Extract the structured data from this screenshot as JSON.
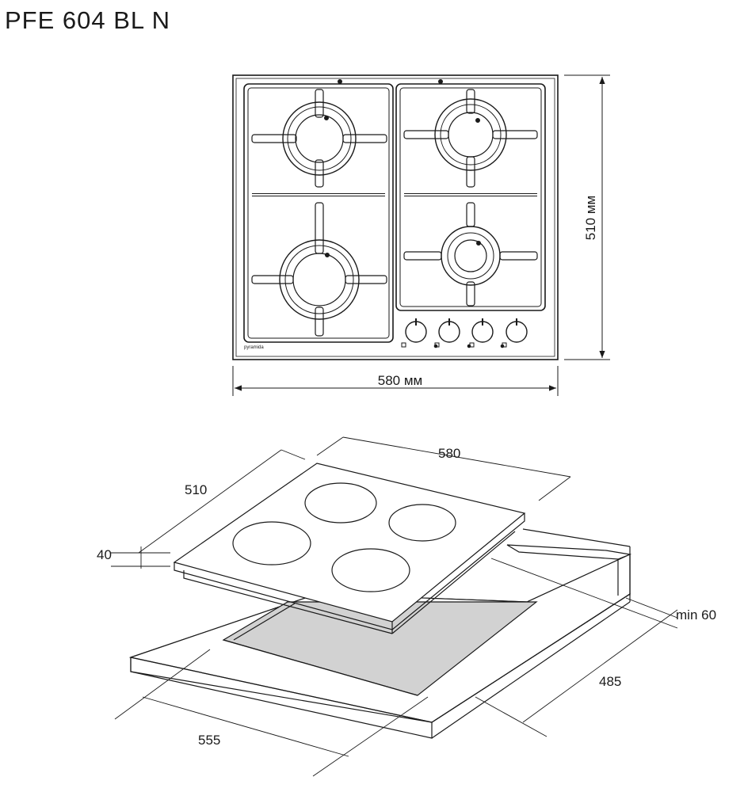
{
  "title": "PFE 604 BL N",
  "brand": "pyramida",
  "top_view": {
    "width_label": "580 мм",
    "height_label": "510 мм"
  },
  "iso_view": {
    "top_width": "580",
    "depth": "510",
    "thickness": "40",
    "min_clearance": "min 60",
    "cutout_depth": "485",
    "cutout_width": "555"
  },
  "colors": {
    "line": "#1a1a1a",
    "cutout_fill": "#d2d2d2"
  },
  "icons": [
    "burner-icon",
    "control-knob-icon",
    "dimension-arrow-icon"
  ]
}
